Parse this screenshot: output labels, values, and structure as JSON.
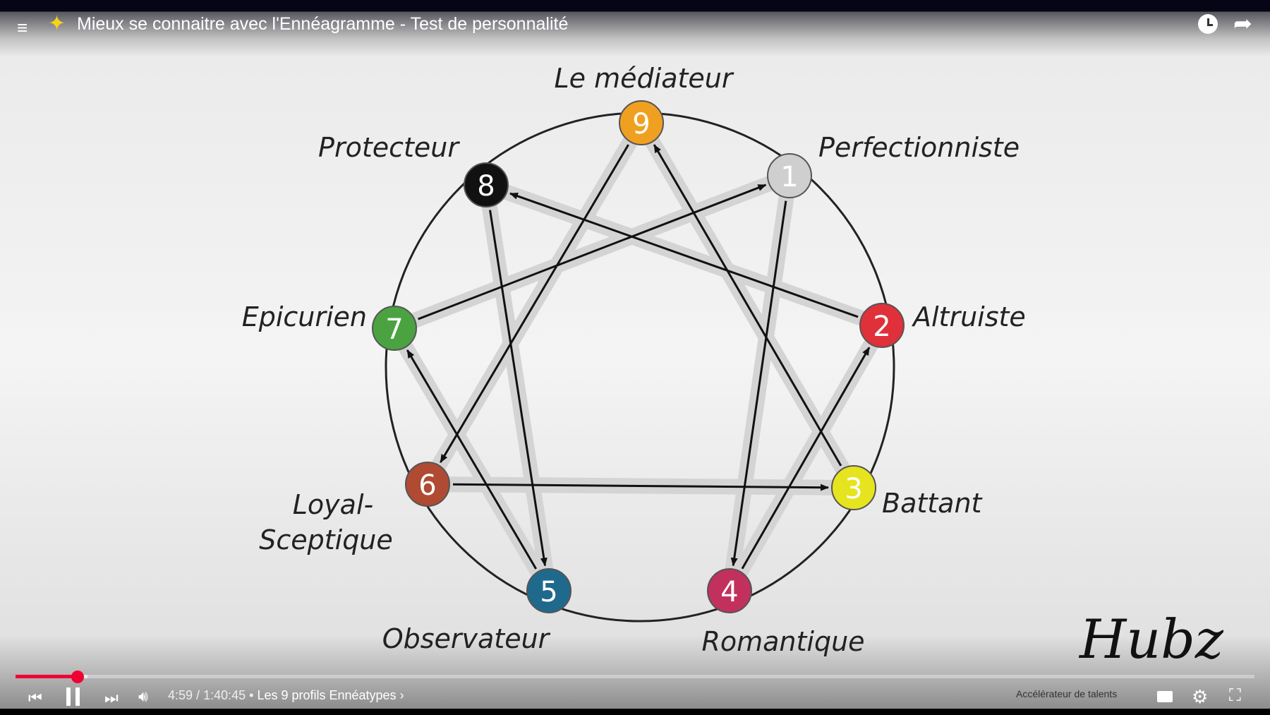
{
  "header": {
    "title": "Mieux se connaitre avec l'Ennéagramme - Test de personnalité",
    "icons": [
      "playlist-icon",
      "sparkle-icon",
      "watch-later-icon",
      "share-icon"
    ]
  },
  "diagram": {
    "nodes": [
      {
        "n": "9",
        "label": "Le médiateur",
        "color": "#f0a020"
      },
      {
        "n": "1",
        "label": "Perfectionniste",
        "color": "#cfcfcf"
      },
      {
        "n": "2",
        "label": "Altruiste",
        "color": "#e0303a"
      },
      {
        "n": "3",
        "label": "Battant",
        "color": "#e6e41e"
      },
      {
        "n": "4",
        "label": "Romantique",
        "color": "#c2305e"
      },
      {
        "n": "5",
        "label": "Observateur",
        "color": "#1f6a8c"
      },
      {
        "n": "6",
        "label": "Loyal-",
        "label2": "Sceptique",
        "color": "#b04a32"
      },
      {
        "n": "7",
        "label": "Epicurien",
        "color": "#4aa340"
      },
      {
        "n": "8",
        "label": "Protecteur",
        "color": "#111111"
      }
    ],
    "arrows": [
      [
        "1",
        "4"
      ],
      [
        "4",
        "2"
      ],
      [
        "2",
        "8"
      ],
      [
        "8",
        "5"
      ],
      [
        "5",
        "7"
      ],
      [
        "7",
        "1"
      ],
      [
        "9",
        "6"
      ],
      [
        "6",
        "3"
      ],
      [
        "3",
        "9"
      ]
    ]
  },
  "player": {
    "current_time": "4:59",
    "duration": "1:40:45",
    "chapter": "Les 9 profils Ennéatypes",
    "progress_pct": 5.0,
    "buffered_pct": 5.8,
    "accent": "#f00033"
  },
  "logo": {
    "text": "Hubz",
    "subtitle": "Accélérateur de talents"
  }
}
